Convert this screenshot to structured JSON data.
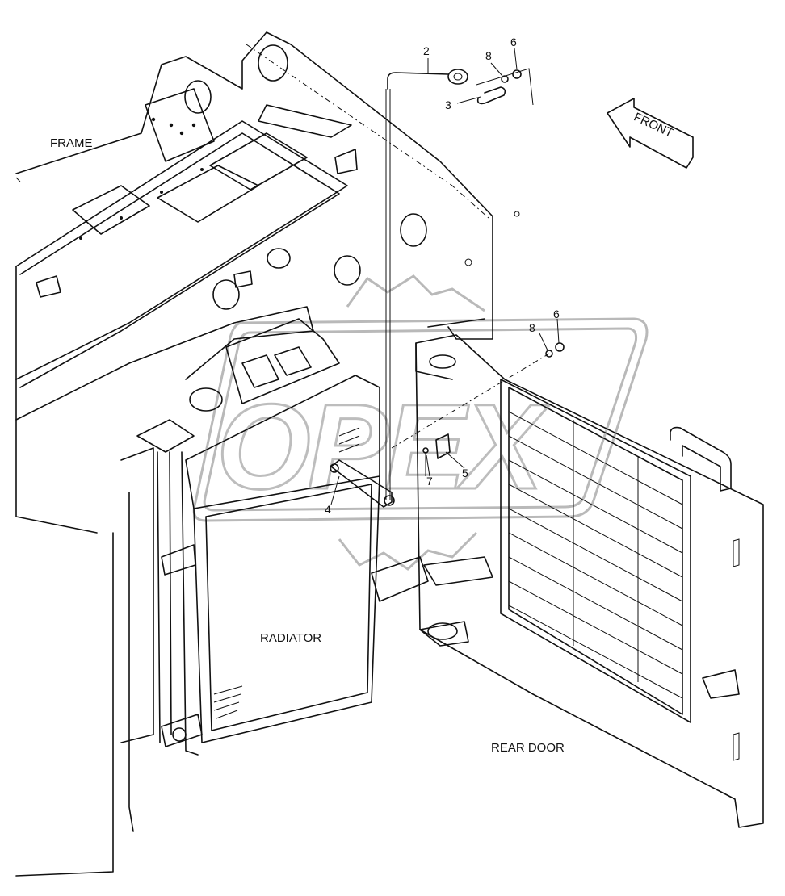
{
  "labels": {
    "frame": "FRAME",
    "radiator": "RADIATOR",
    "rear_door": "REAR DOOR",
    "front": "FRONT"
  },
  "watermark": "OPEX",
  "callouts": {
    "c2": "2",
    "c3": "3",
    "c4": "4",
    "c5": "5",
    "c6a": "6",
    "c6b": "6",
    "c7": "7",
    "c8a": "8",
    "c8b": "8"
  },
  "colors": {
    "line": "#111111",
    "watermark": "#b9b9b9",
    "background": "#ffffff"
  }
}
